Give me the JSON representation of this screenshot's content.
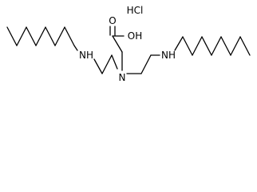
{
  "molecule": {
    "labels": {
      "hcl": "HCl",
      "acid_oxygen": "O",
      "acid_hydroxyl": "OH",
      "central_nitrogen": "N",
      "left_amine": "NH",
      "right_amine": "NH"
    }
  }
}
